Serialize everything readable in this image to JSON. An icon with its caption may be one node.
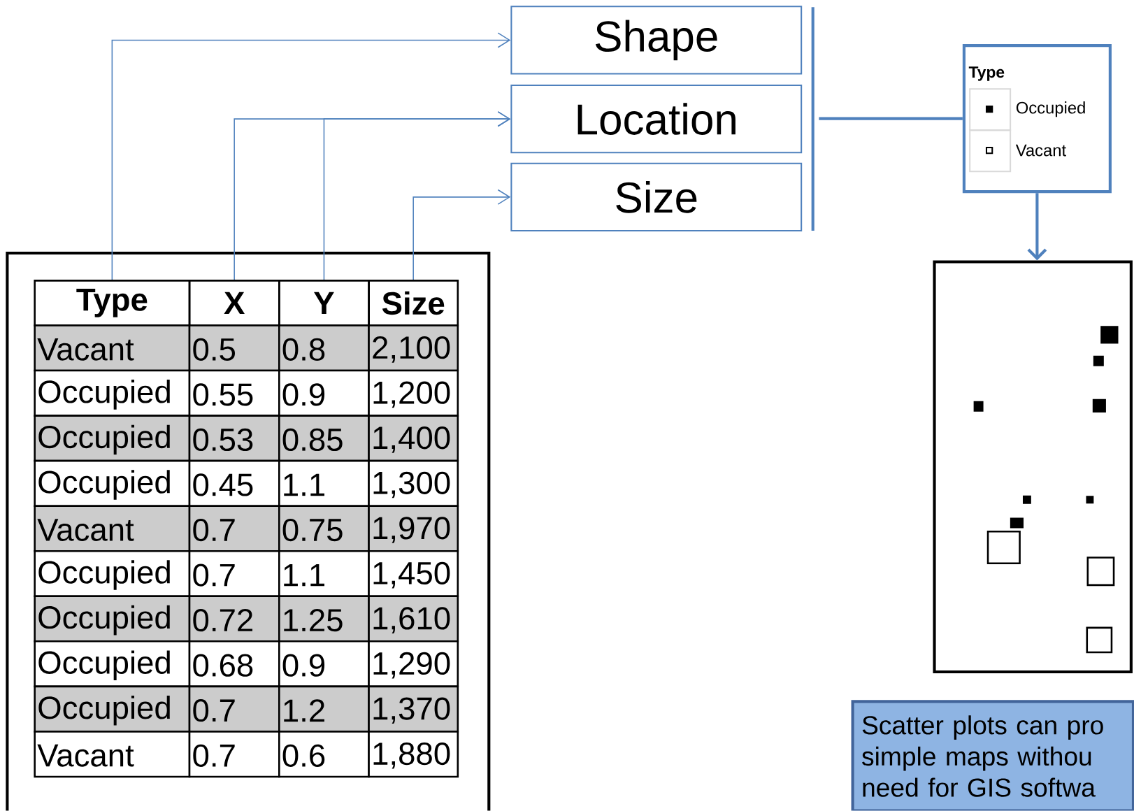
{
  "diagram": {
    "nodes": [
      {
        "text": [
          "Type"
        ]
      },
      {
        "text": [
          "X"
        ]
      },
      {
        "text": [
          "Y"
        ]
      },
      {
        "text": [
          "Size"
        ]
      },
      {
        "text": [
          "Shape"
        ]
      },
      {
        "text": [
          "Location"
        ]
      },
      {
        "text": [
          "Size"
        ]
      },
      {
        "text": [
          "Type"
        ]
      },
      {
        "text": [],
        "shape": "bar"
      },
      {
        "text": [],
        "shape": "box"
      },
      {
        "text": [
          "Scatter plots can pro simple maps withou need for GIS softwa"
        ]
      }
    ],
    "edges": [
      {
        "from": 0,
        "to": 4,
        "arrow": "to"
      },
      {
        "from": 1,
        "to": 5,
        "arrow": "to"
      },
      {
        "from": 2,
        "to": 5,
        "arrow": "to"
      },
      {
        "from": 3,
        "to": 6,
        "arrow": "to"
      },
      {
        "from": 8,
        "to": 7,
        "arrow": "none",
        "style": "thick"
      },
      {
        "from": 7,
        "to": 9,
        "arrow": "to",
        "style": "thick"
      }
    ],
    "labels": [
      "Vacant",
      "0.5",
      "0.8",
      "2,100",
      "Occupied",
      "0.55",
      "0.9",
      "1,200",
      "Occupied",
      "0.53",
      "0.85",
      "1,400",
      "Occupied",
      "0.45",
      "1.1",
      "1,300",
      "Vacant",
      "0.7",
      "0.75",
      "1,970",
      "Occupied",
      "0.7",
      "1.1",
      "1,450",
      "Occupied",
      "0.72",
      "1.25",
      "1,610",
      "Occupied",
      "0.68",
      "0.9",
      "1,290",
      "Occupied",
      "0.7",
      "1.2",
      "1,370",
      "Vacant",
      "0.7",
      "0.6",
      "1,880"
    ],
    "legend": [
      {
        "text": "Occupied"
      },
      {
        "text": "Vacant"
      }
    ]
  }
}
